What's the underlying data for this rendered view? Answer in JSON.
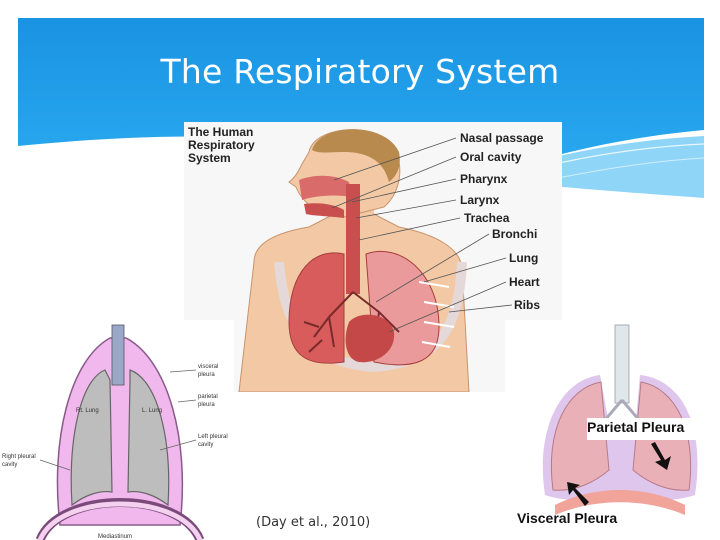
{
  "slide": {
    "title": "The Respiratory System",
    "caption": "(Day et al., 2010)"
  },
  "main_figure": {
    "heading_lines": [
      "The Human",
      "Respiratory",
      "System"
    ],
    "labels": [
      "Nasal passage",
      "Oral cavity",
      "Pharynx",
      "Larynx",
      "Trachea",
      "Bronchi",
      "Lung",
      "Heart",
      "Ribs"
    ]
  },
  "left_figure": {
    "labels": {
      "visceral": [
        "visceral",
        "pleura"
      ],
      "parietal": [
        "parietal",
        "pleura"
      ],
      "left_cavity": [
        "Left pleural",
        "cavity"
      ],
      "right_cavity": [
        "Right pleural",
        "cavity"
      ],
      "right_lung": "Rt. Lung",
      "left_lung": "L. Lung",
      "mediastinum": "Mediastinum"
    }
  },
  "right_figure": {
    "labels": {
      "parietal": "Parietal Pleura",
      "visceral": "Visceral Pleura"
    }
  },
  "colors": {
    "banner_blue": "#1f9fe8",
    "banner_light": "#5ec3f5",
    "skin": "#f2c9a4",
    "lung": "#e58a8a",
    "pleura_pink": "#f0b8ec",
    "lung_grey": "#bdbdbd",
    "label_text": "#222222"
  }
}
